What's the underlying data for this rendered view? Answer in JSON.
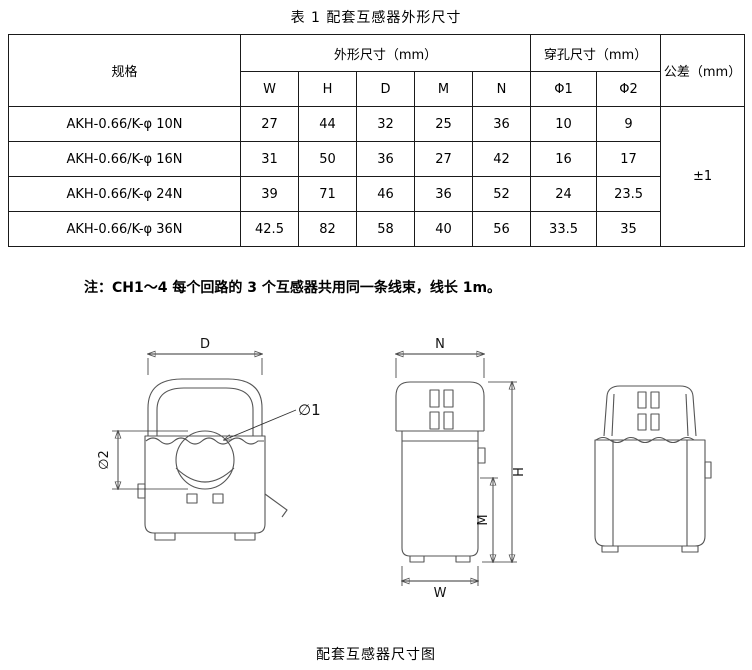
{
  "page": {
    "title": "表 1 配套互感器外形尺寸",
    "note": "注：CH1～4 每个回路的 3 个互感器共用同一条线束，线长 1m。",
    "caption": "配套互感器尺寸图"
  },
  "table": {
    "headers": {
      "spec": "规格",
      "outline": "外形尺寸（mm）",
      "hole": "穿孔尺寸（mm）",
      "tolerance": "公差（mm）",
      "cols": [
        "W",
        "H",
        "D",
        "M",
        "N",
        "Φ1",
        "Φ2"
      ]
    },
    "rows": [
      {
        "spec": "AKH-0.66/K-φ 10N",
        "values": [
          "27",
          "44",
          "32",
          "25",
          "36",
          "10",
          "9"
        ]
      },
      {
        "spec": "AKH-0.66/K-φ 16N",
        "values": [
          "31",
          "50",
          "36",
          "27",
          "42",
          "16",
          "17"
        ]
      },
      {
        "spec": "AKH-0.66/K-φ 24N",
        "values": [
          "39",
          "71",
          "46",
          "36",
          "52",
          "24",
          "23.5"
        ]
      },
      {
        "spec": "AKH-0.66/K-φ 36N",
        "values": [
          "42.5",
          "82",
          "58",
          "40",
          "56",
          "33.5",
          "35"
        ]
      }
    ],
    "tolerance_value": "±1"
  },
  "drawing": {
    "dims": {
      "d": "D",
      "n": "N",
      "w": "W",
      "h": "H",
      "m": "M",
      "phi1": "∅1",
      "phi2": "∅2"
    }
  }
}
